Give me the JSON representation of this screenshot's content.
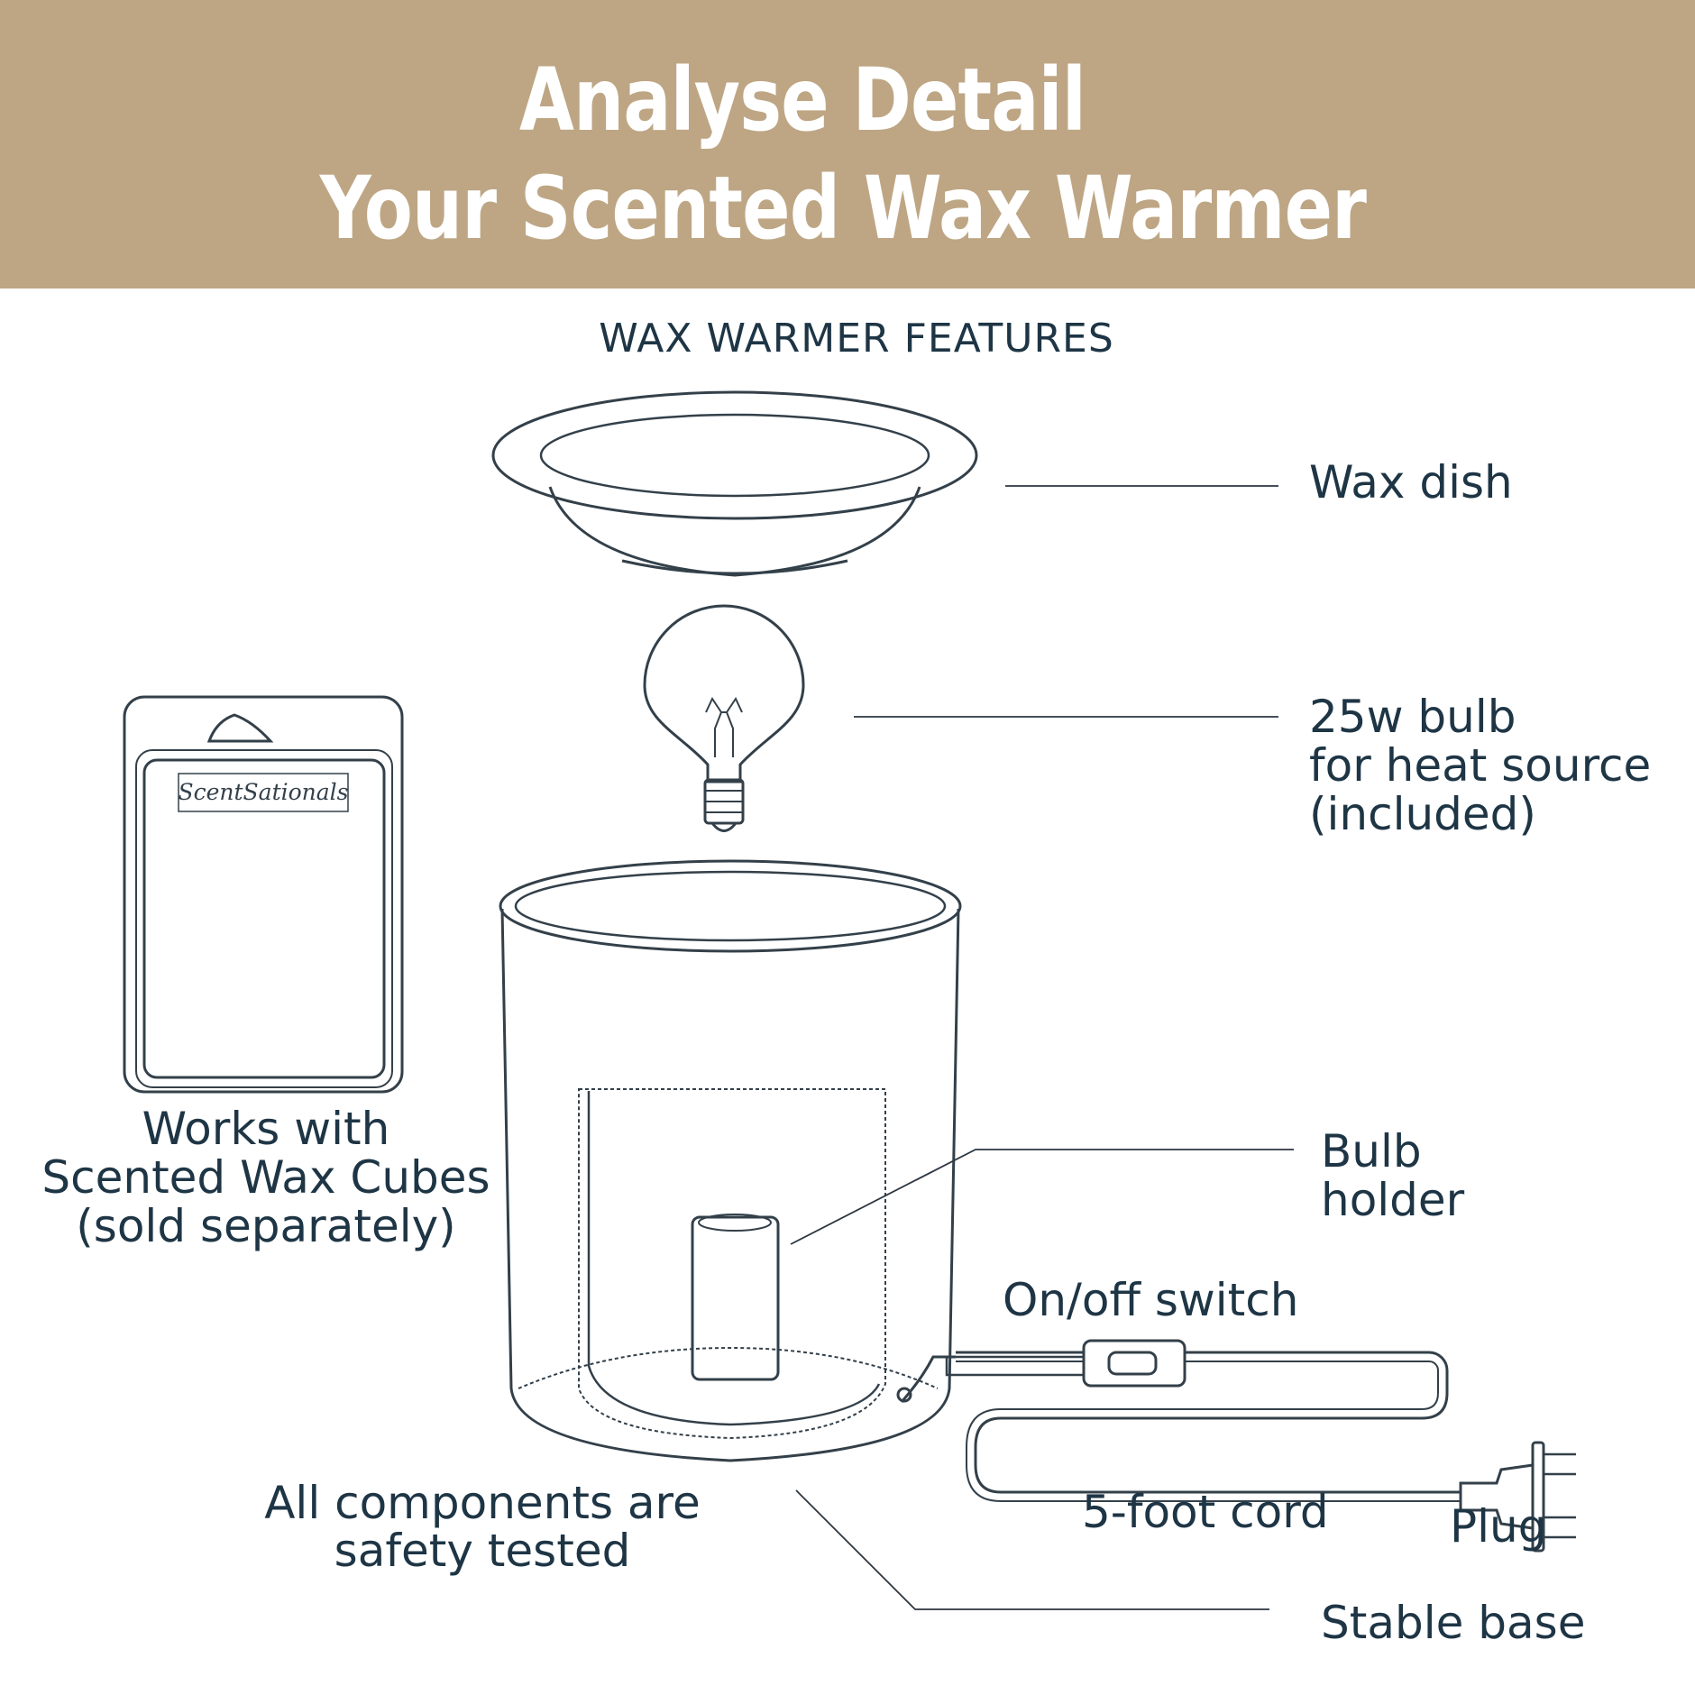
{
  "banner": {
    "line1": "Analyse Detail",
    "line2": "Your Scented Wax Warmer",
    "color": "#bea684"
  },
  "diagram": {
    "title": "WAX WARMER FEATURES",
    "labels": {
      "wax_dish": "Wax dish",
      "bulb_line1": "25w bulb",
      "bulb_line2": "for heat source",
      "bulb_line3": "(included)",
      "works_line1": "Works with",
      "works_line2": "Scented Wax Cubes",
      "works_line3": "(sold separately)",
      "holder_line1": "Bulb",
      "holder_line2": "holder",
      "switch": "On/off switch",
      "cord": "5-foot cord",
      "plug": "Plug",
      "safety_line1": "All components are",
      "safety_line2": "safety tested",
      "base": "Stable base"
    },
    "package_brand": "ScentSationals",
    "ink_color": "#1e3545"
  }
}
